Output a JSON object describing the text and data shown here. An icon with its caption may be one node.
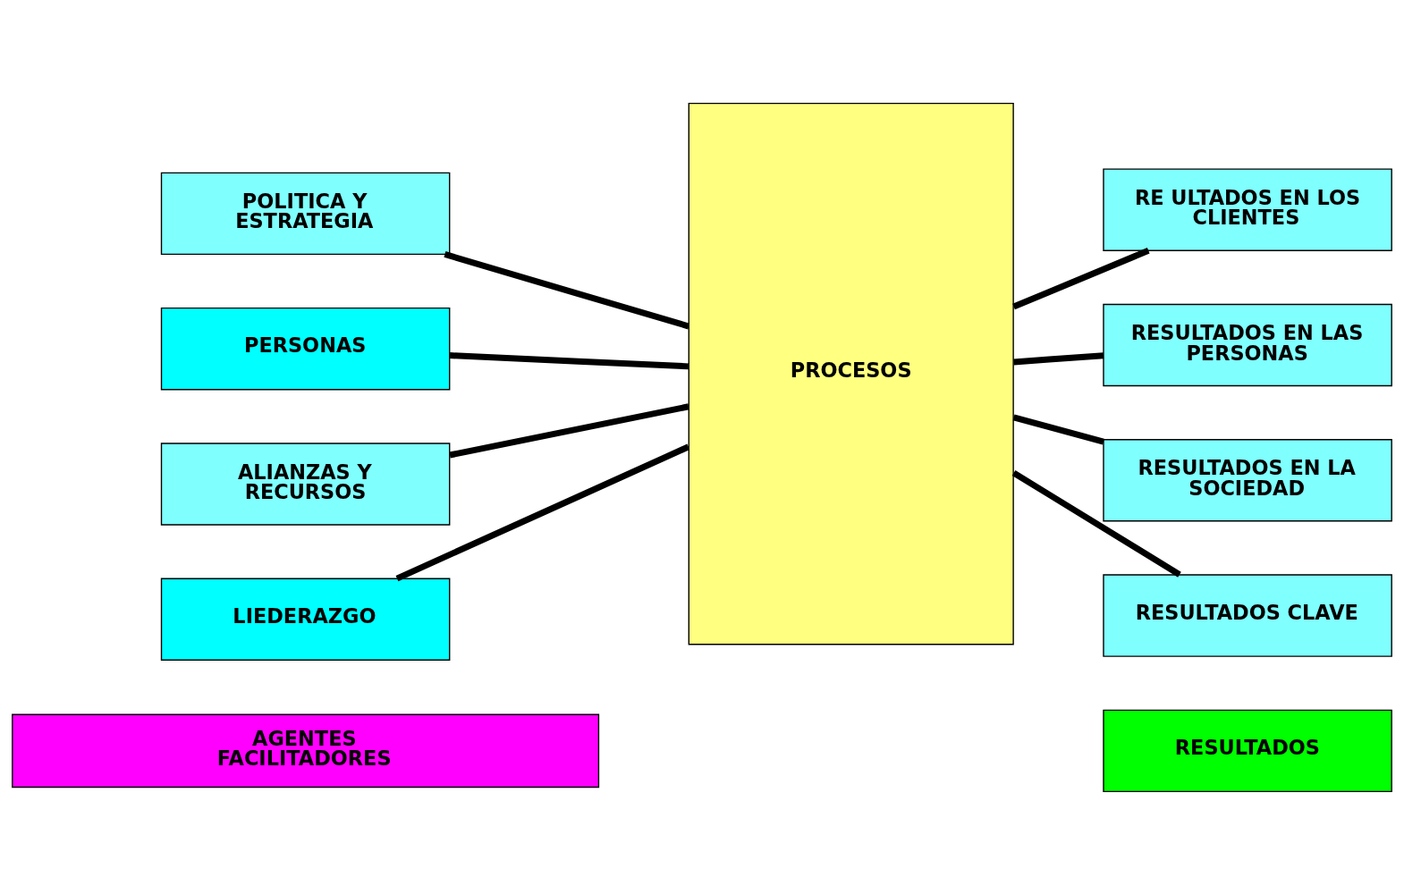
{
  "diagram": {
    "nodes": [
      {
        "text": [
          "POLITICA Y ESTRATEGIA"
        ]
      },
      {
        "text": [
          "PERSONAS"
        ]
      },
      {
        "text": [
          "ALIANZAS Y RECURSOS"
        ]
      },
      {
        "text": [
          "LIEDERAZGO"
        ]
      },
      {
        "text": [
          "PROCESOS"
        ]
      },
      {
        "text": [
          "RE ULTADOS EN LOS CLIENTES"
        ]
      },
      {
        "text": [
          "RESULTADOS EN LAS PERSONAS"
        ]
      },
      {
        "text": [
          "RESULTADOS EN LA SOCIEDAD"
        ]
      },
      {
        "text": [
          "RESULTADOS CLAVE"
        ]
      },
      {
        "text": [
          "AGENTES FACILITADORES"
        ]
      },
      {
        "text": [
          "RESULTADOS"
        ]
      }
    ],
    "edges": [
      {
        "from": 0,
        "to": 4,
        "arrow": "none"
      },
      {
        "from": 1,
        "to": 4,
        "arrow": "none"
      },
      {
        "from": 2,
        "to": 4,
        "arrow": "none"
      },
      {
        "from": 3,
        "to": 4,
        "arrow": "none"
      },
      {
        "from": 4,
        "to": 5,
        "arrow": "none"
      },
      {
        "from": 4,
        "to": 6,
        "arrow": "none"
      },
      {
        "from": 4,
        "to": 7,
        "arrow": "none"
      },
      {
        "from": 4,
        "to": 8,
        "arrow": "none"
      }
    ]
  }
}
